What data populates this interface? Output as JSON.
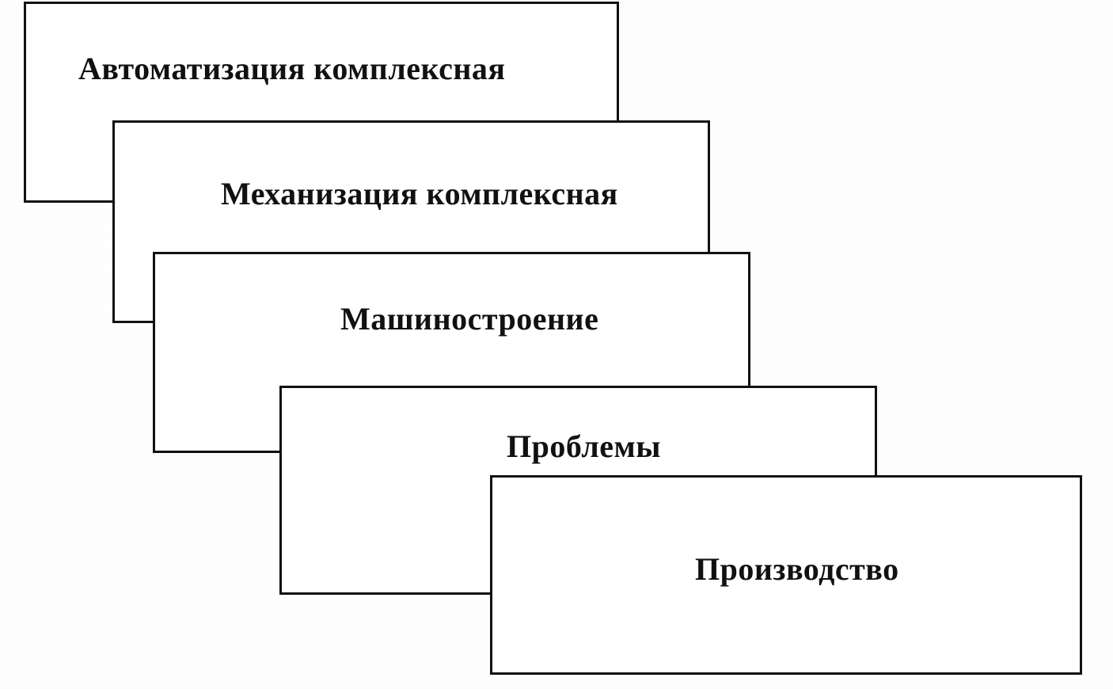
{
  "diagram": {
    "items": [
      {
        "label": "Автоматизация комплексная"
      },
      {
        "label": "Механизация комплексная"
      },
      {
        "label": "Машиностроение"
      },
      {
        "label": "Проблемы"
      },
      {
        "label": "Производство"
      }
    ]
  }
}
